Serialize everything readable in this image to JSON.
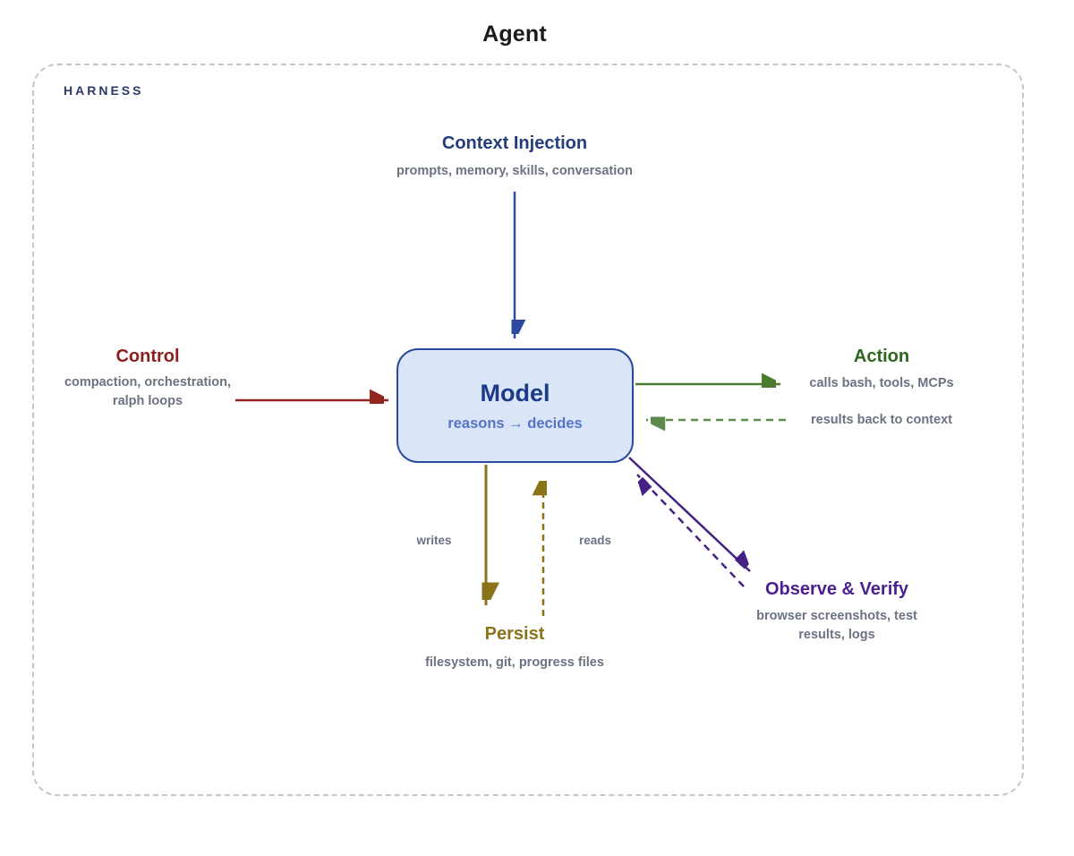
{
  "title": "Agent",
  "harness_label": "HARNESS",
  "colors": {
    "navy_text": "#253c7d",
    "harness": "#2b3a67",
    "navy_arrow": "#2e4a9e",
    "red_text": "#8b1f1b",
    "red_arrow": "#94241f",
    "green_text": "#2d661f",
    "green_arrow": "#4a7c2e",
    "green_dash": "#5d8a4a",
    "olive": "#8a7318",
    "purple_text": "#4b1e92",
    "purple_arrow": "#452183",
    "gray_sub": "#6b7280",
    "model_fill": "#dbe5f8",
    "model_border": "#2c4a9e",
    "model_title": "#1d3a8a",
    "model_sub": "#5673c8",
    "frame_dash": "#c6c6c6",
    "page_bg": "#ffffff",
    "title_color": "#1a1a1a"
  },
  "nodes": {
    "context_injection": {
      "title": "Context Injection",
      "subtitle": "prompts, memory, skills, conversation"
    },
    "control": {
      "title": "Control",
      "subtitle_line1": "compaction, orchestration,",
      "subtitle_line2": "ralph loops"
    },
    "model": {
      "title": "Model",
      "subtitle": "reasons → decides"
    },
    "action": {
      "title": "Action",
      "out_label": "calls bash, tools, MCPs",
      "back_label": "results back to context"
    },
    "persist": {
      "title": "Persist",
      "subtitle": "filesystem, git, progress files",
      "write_label": "writes",
      "read_label": "reads"
    },
    "observe": {
      "title": "Observe & Verify",
      "subtitle_line1": "browser screenshots, test",
      "subtitle_line2": "results, logs"
    }
  },
  "edges": [
    {
      "from": "context_injection",
      "to": "model",
      "style": "solid",
      "color": "#2e4a9e"
    },
    {
      "from": "control",
      "to": "model",
      "style": "solid",
      "color": "#94241f"
    },
    {
      "from": "model",
      "to": "action",
      "style": "solid",
      "color": "#4a7c2e",
      "label": "calls bash, tools, MCPs"
    },
    {
      "from": "action",
      "to": "model",
      "style": "dashed",
      "color": "#5d8a4a",
      "label": "results back to context"
    },
    {
      "from": "model",
      "to": "persist",
      "style": "solid",
      "color": "#8a7318",
      "label": "writes"
    },
    {
      "from": "persist",
      "to": "model",
      "style": "dashed",
      "color": "#8a7318",
      "label": "reads"
    },
    {
      "from": "model",
      "to": "observe",
      "style": "solid",
      "color": "#452183"
    },
    {
      "from": "observe",
      "to": "model",
      "style": "dashed",
      "color": "#452183"
    }
  ]
}
